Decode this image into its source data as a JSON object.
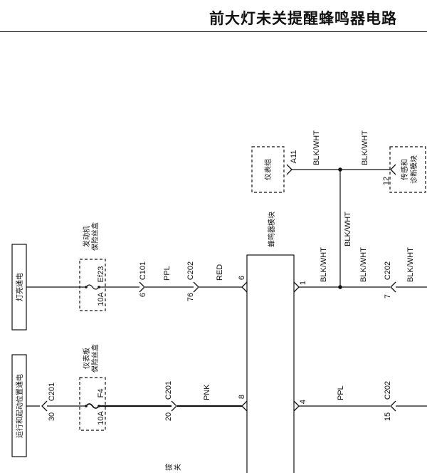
{
  "title": "前大灯未关提醒蜂鸣器电路",
  "power": {
    "headlamp_on": "灯亮通电",
    "run_start": "运行和起动位置通电"
  },
  "fuses": {
    "engine_box_line1": "发动机",
    "engine_box_line2": "保险丝盒",
    "ef23": "Ef23",
    "ef23_amp": "10A",
    "ip_box_line1": "仪表板",
    "ip_box_line2": "保险丝盒",
    "f4": "F4",
    "f4_amp": "10A"
  },
  "modules": {
    "cluster": "仪表组",
    "buzzer": "蜂鸣器模块",
    "sdm_line1": "传感和",
    "sdm_line2": "诊断模块"
  },
  "connectors": {
    "c101": "C101",
    "c101_pin": "6",
    "c202_a": "C202",
    "c202_a_pin": "76",
    "buzzer_pin6": "6",
    "c201_a": "C201",
    "c201_a_pin": "30",
    "c201_b": "C201",
    "c201_b_pin": "20",
    "buzzer_pin8": "8",
    "buzzer_pin1": "1",
    "buzzer_pin4": "4",
    "c202_b": "C202",
    "c202_b_pin": "7",
    "c202_c": "C202",
    "c202_c_pin": "15",
    "a11": "A11",
    "sdm_pin": "12"
  },
  "wires": {
    "ppl_1": "PPL",
    "red": "RED",
    "pnk": "PNK",
    "blkwht_top1": "BLK/WHT",
    "blkwht_top2": "BLK/WHT",
    "blkwht_mid": "BLK/WHT",
    "blkwht_pin1": "BLK/WHT",
    "blkwht_c202a": "BLK/WHT",
    "blkwht_c202b": "BLK/WHT",
    "ppl_2": "PPL"
  },
  "bottom_fragment": {
    "line1": "拔",
    "line2": "关"
  }
}
